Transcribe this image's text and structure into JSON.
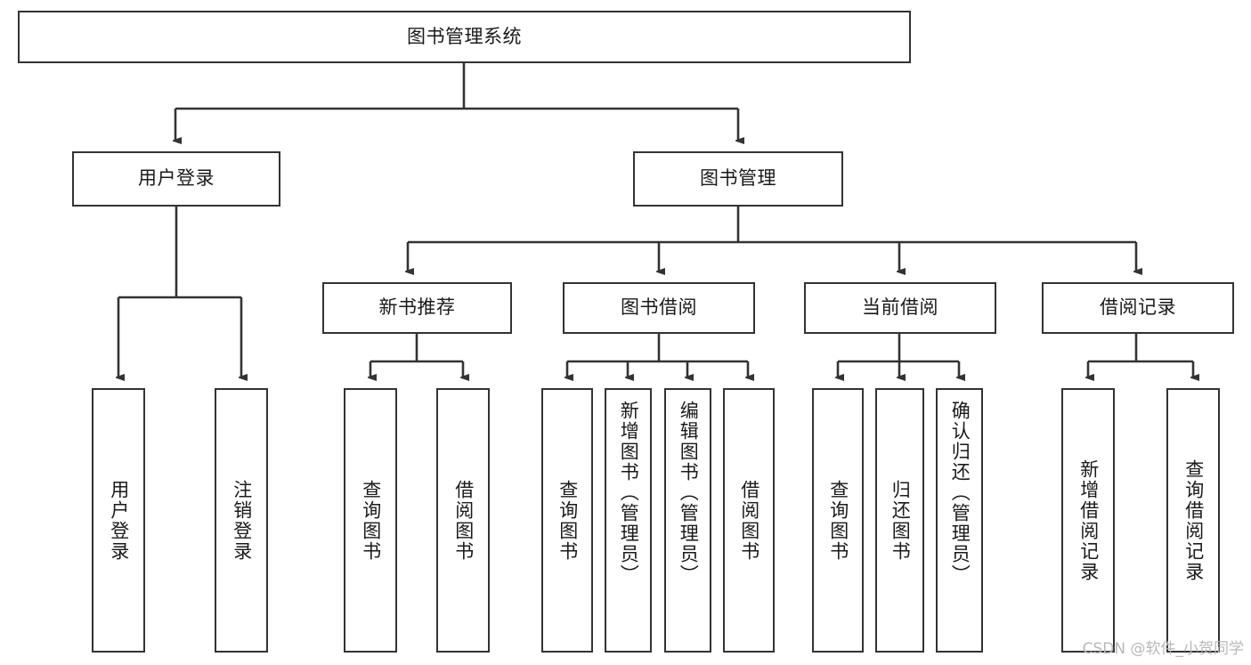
{
  "diagram": {
    "type": "hierarchy-tree",
    "title": "图书管理系统",
    "levels": 4,
    "colors": {
      "box_border": "#333333",
      "box_fill": "#ffffff",
      "edge": "#333333",
      "text": "#1a1a1a",
      "watermark": "#b9b9b9",
      "background": "#ffffff"
    },
    "root": {
      "id": "root",
      "label": "图书管理系统",
      "orientation": "horizontal"
    },
    "level2": [
      {
        "id": "user-login",
        "label": "用户登录",
        "orientation": "horizontal"
      },
      {
        "id": "book-management",
        "label": "图书管理",
        "orientation": "horizontal"
      }
    ],
    "level3": [
      {
        "id": "new-book-recommend",
        "label": "新书推荐",
        "orientation": "horizontal",
        "parent": "book-management"
      },
      {
        "id": "book-borrow",
        "label": "图书借阅",
        "orientation": "horizontal",
        "parent": "book-management"
      },
      {
        "id": "current-borrow",
        "label": "当前借阅",
        "orientation": "horizontal",
        "parent": "book-management"
      },
      {
        "id": "borrow-record",
        "label": "借阅记录",
        "orientation": "horizontal",
        "parent": "book-management"
      }
    ],
    "leaves": [
      {
        "id": "leaf-user-login",
        "label": "用户登录",
        "parent": "user-login",
        "orientation": "vertical"
      },
      {
        "id": "leaf-logout",
        "label": "注销登录",
        "parent": "user-login",
        "orientation": "vertical"
      },
      {
        "id": "leaf-query-book-1",
        "label": "查询图书",
        "parent": "new-book-recommend",
        "orientation": "vertical"
      },
      {
        "id": "leaf-borrow-book-1",
        "label": "借阅图书",
        "parent": "new-book-recommend",
        "orientation": "vertical"
      },
      {
        "id": "leaf-query-book-2",
        "label": "查询图书",
        "parent": "book-borrow",
        "orientation": "vertical"
      },
      {
        "id": "leaf-add-book",
        "label": "新增图书（管理员）",
        "parent": "book-borrow",
        "orientation": "vertical"
      },
      {
        "id": "leaf-edit-book",
        "label": "编辑图书（管理员）",
        "parent": "book-borrow",
        "orientation": "vertical"
      },
      {
        "id": "leaf-borrow-book-2",
        "label": "借阅图书",
        "parent": "book-borrow",
        "orientation": "vertical"
      },
      {
        "id": "leaf-query-book-3",
        "label": "查询图书",
        "parent": "current-borrow",
        "orientation": "vertical"
      },
      {
        "id": "leaf-return-book",
        "label": "归还图书",
        "parent": "current-borrow",
        "orientation": "vertical"
      },
      {
        "id": "leaf-confirm-return",
        "label": "确认归还（管理员）",
        "parent": "current-borrow",
        "orientation": "vertical"
      },
      {
        "id": "leaf-add-record",
        "label": "新增借阅记录",
        "parent": "borrow-record",
        "orientation": "vertical"
      },
      {
        "id": "leaf-query-record",
        "label": "查询借阅记录",
        "parent": "borrow-record",
        "orientation": "vertical"
      }
    ],
    "watermark": "CSDN @软件_小贺同学"
  }
}
